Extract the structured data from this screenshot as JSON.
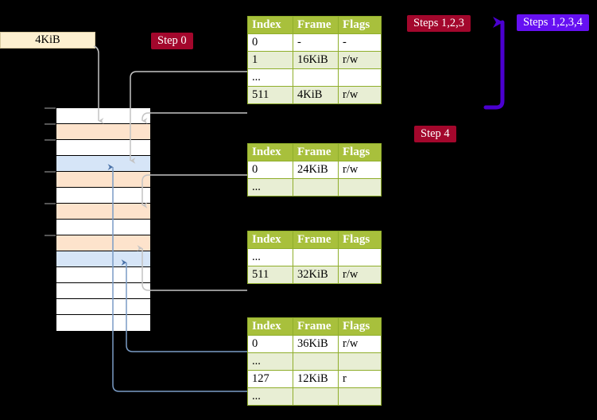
{
  "labels": {
    "size_box": "4KiB",
    "step0": "Step 0",
    "steps123": "Steps 1,2,3",
    "steps1234": "Steps 1,2,3,4",
    "step4": "Step 4"
  },
  "colors": {
    "table_header": "#a8c03c",
    "table_alt_row": "#e8eed4",
    "highlight": "#fbf8a0",
    "red_badge": "#a3072c",
    "violet_badge": "#6610f2",
    "mem_peach": "#fde3cc",
    "mem_blue": "#d6e5f7",
    "size_box": "#fdf0d0",
    "wire_grey": "#bfbfbf",
    "wire_blue": "#7a9cc6",
    "arrow_violet": "#4b00d0"
  },
  "columns": [
    "Index",
    "Frame",
    "Flags"
  ],
  "tables": [
    {
      "id": "pml4",
      "rows": [
        {
          "index": "0",
          "frame": "-",
          "flags": "-",
          "style": "plain",
          "highlight": false
        },
        {
          "index": "1",
          "frame": "16KiB",
          "flags": "r/w",
          "style": "alt",
          "highlight": false
        },
        {
          "index": "...",
          "frame": "",
          "flags": "",
          "style": "plain",
          "highlight": false
        },
        {
          "index": "511",
          "frame": "4KiB",
          "flags": "r/w",
          "style": "alt",
          "highlight": true
        }
      ]
    },
    {
      "id": "pdp",
      "rows": [
        {
          "index": "0",
          "frame": "24KiB",
          "flags": "r/w",
          "style": "plain",
          "highlight": false
        },
        {
          "index": "...",
          "frame": "",
          "flags": "",
          "style": "alt",
          "highlight": false
        }
      ]
    },
    {
      "id": "pd",
      "rows": [
        {
          "index": "...",
          "frame": "",
          "flags": "",
          "style": "plain",
          "highlight": false
        },
        {
          "index": "511",
          "frame": "32KiB",
          "flags": "r/w",
          "style": "alt",
          "highlight": false
        }
      ]
    },
    {
      "id": "pt",
      "rows": [
        {
          "index": "0",
          "frame": "36KiB",
          "flags": "r/w",
          "style": "plain",
          "highlight": false
        },
        {
          "index": "...",
          "frame": "",
          "flags": "",
          "style": "alt",
          "highlight": false
        },
        {
          "index": "127",
          "frame": "12KiB",
          "flags": "r",
          "style": "plain",
          "highlight": false
        },
        {
          "index": "...",
          "frame": "",
          "flags": "",
          "style": "alt",
          "highlight": false
        }
      ]
    }
  ],
  "memory_cells": [
    {
      "fill": "white"
    },
    {
      "fill": "peach"
    },
    {
      "fill": "white"
    },
    {
      "fill": "blue"
    },
    {
      "fill": "peach"
    },
    {
      "fill": "white"
    },
    {
      "fill": "peach"
    },
    {
      "fill": "white"
    },
    {
      "fill": "peach"
    },
    {
      "fill": "blue"
    },
    {
      "fill": "white"
    },
    {
      "fill": "white"
    },
    {
      "fill": "white"
    },
    {
      "fill": "white"
    }
  ]
}
